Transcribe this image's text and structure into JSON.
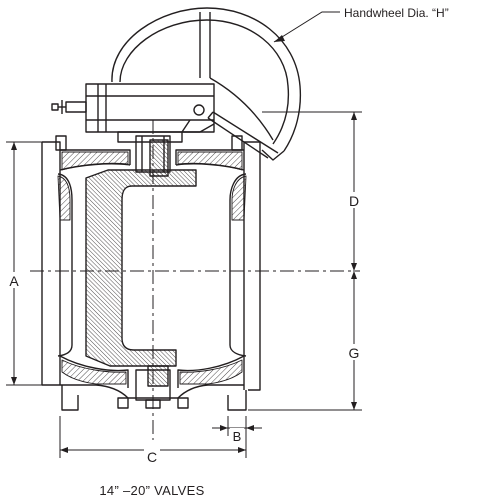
{
  "labels": {
    "handwheel": "Handwheel Dia. “H”",
    "a": "A",
    "b": "B",
    "c": "C",
    "d": "D",
    "g": "G"
  },
  "caption": "14” –20” VALVES",
  "colors": {
    "line": "#231f20",
    "hatch": "#231f20",
    "background": "#ffffff"
  }
}
